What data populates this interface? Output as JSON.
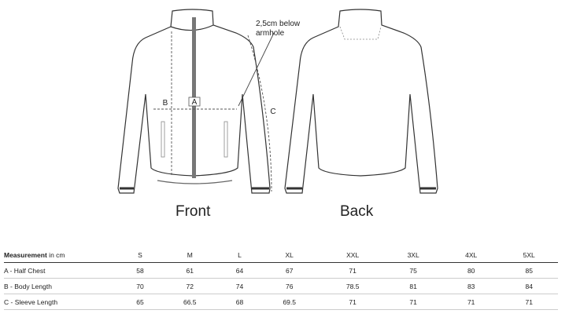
{
  "figure": {
    "front_label": "Front",
    "back_label": "Back",
    "annotation": "2,5cm below",
    "annotation_line2": "armhole",
    "marker_a": "A",
    "marker_b": "B",
    "marker_c": "C"
  },
  "table": {
    "header_bold": "Measurement",
    "header_unit": " in cm",
    "sizes": [
      "S",
      "M",
      "L",
      "XL",
      "XXL",
      "3XL",
      "4XL",
      "5XL"
    ],
    "rows": [
      {
        "label": "A - Half Chest",
        "values": [
          "58",
          "61",
          "64",
          "67",
          "71",
          "75",
          "80",
          "85"
        ]
      },
      {
        "label": "B - Body Length",
        "values": [
          "70",
          "72",
          "74",
          "76",
          "78.5",
          "81",
          "83",
          "84"
        ]
      },
      {
        "label": "C - Sleeve Length",
        "values": [
          "65",
          "66.5",
          "68",
          "69.5",
          "71",
          "71",
          "71",
          "71"
        ]
      }
    ]
  }
}
